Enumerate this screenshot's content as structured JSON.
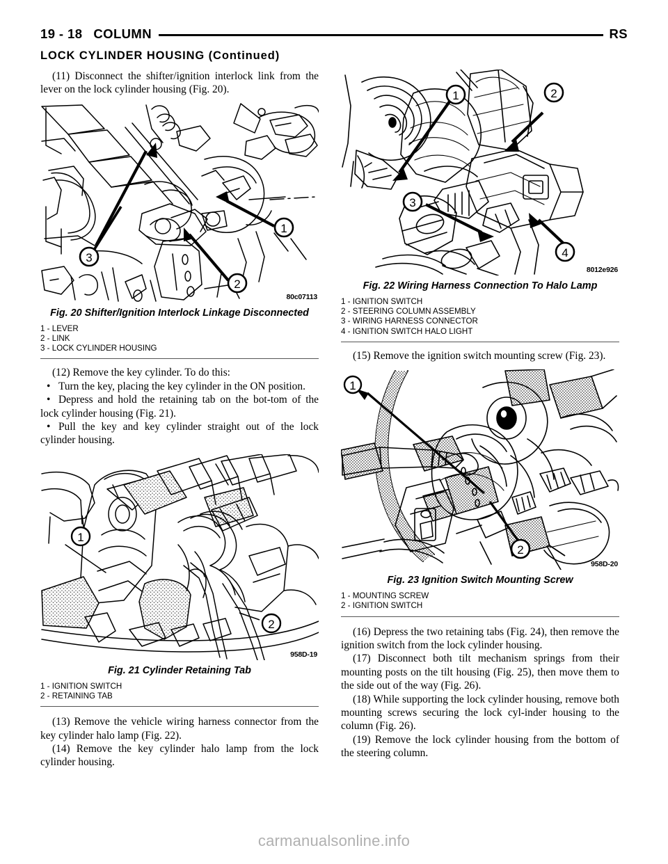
{
  "header": {
    "folio": "19 - 18",
    "section": "COLUMN",
    "manual_code": "RS",
    "subhead": "LOCK CYLINDER HOUSING (Continued)"
  },
  "left_column": {
    "step_11": "(11) Disconnect the shifter/ignition interlock link from the lever on the lock cylinder housing (Fig. 20).",
    "figure_20": {
      "image_id": "80c07113",
      "caption": "Fig. 20 Shifter/Ignition Interlock Linkage Disconnected",
      "legend": [
        "1 - LEVER",
        "2 - LINK",
        "3 - LOCK CYLINDER HOUSING"
      ],
      "callouts": [
        "1",
        "2",
        "3"
      ]
    },
    "step_12": "(12) Remove the key cylinder. To do this:",
    "step_12_bullets": [
      "Turn the key, placing the key cylinder in the ON position.",
      "Depress and hold the retaining tab on the bot-tom of the lock cylinder housing (Fig. 21).",
      "Pull the key and key cylinder straight out of the lock cylinder housing."
    ],
    "figure_21": {
      "image_id": "958D-19",
      "caption": "Fig. 21 Cylinder Retaining Tab",
      "legend": [
        "1 - IGNITION SWITCH",
        "2 - RETAINING TAB"
      ],
      "callouts": [
        "1",
        "2"
      ]
    },
    "step_13": "(13) Remove the vehicle wiring harness connector from the key cylinder halo lamp (Fig. 22).",
    "step_14": "(14) Remove the key cylinder halo lamp from the lock cylinder housing."
  },
  "right_column": {
    "figure_22": {
      "image_id": "8012e926",
      "caption": "Fig. 22 Wiring Harness Connection To Halo Lamp",
      "legend": [
        "1 - IGNITION SWITCH",
        "2 - STEERING COLUMN ASSEMBLY",
        "3 - WIRING HARNESS CONNECTOR",
        "4 - IGNITION SWITCH HALO LIGHT"
      ],
      "callouts": [
        "1",
        "2",
        "3",
        "4"
      ]
    },
    "step_15": "(15) Remove the ignition switch mounting screw (Fig. 23).",
    "figure_23": {
      "image_id": "958D-20",
      "caption": "Fig. 23 Ignition Switch Mounting Screw",
      "legend": [
        "1 - MOUNTING SCREW",
        "2 - IGNITION SWITCH"
      ],
      "callouts": [
        "1",
        "2"
      ]
    },
    "step_16": "(16) Depress the two retaining tabs (Fig. 24), then remove the ignition switch from the lock cylinder housing.",
    "step_17": "(17) Disconnect both tilt mechanism springs from their mounting posts on the tilt housing (Fig. 25), then move them to the side out of the way (Fig. 26).",
    "step_18": "(18) While supporting the lock cylinder housing, remove both mounting screws securing the lock cyl-inder housing to the column (Fig. 26).",
    "step_19": "(19) Remove the lock cylinder housing from the bottom of the steering column."
  },
  "watermark": "carmanualsonline.info",
  "colors": {
    "ink": "#000000",
    "rule": "#555555",
    "watermark": "#b0b0b0"
  }
}
